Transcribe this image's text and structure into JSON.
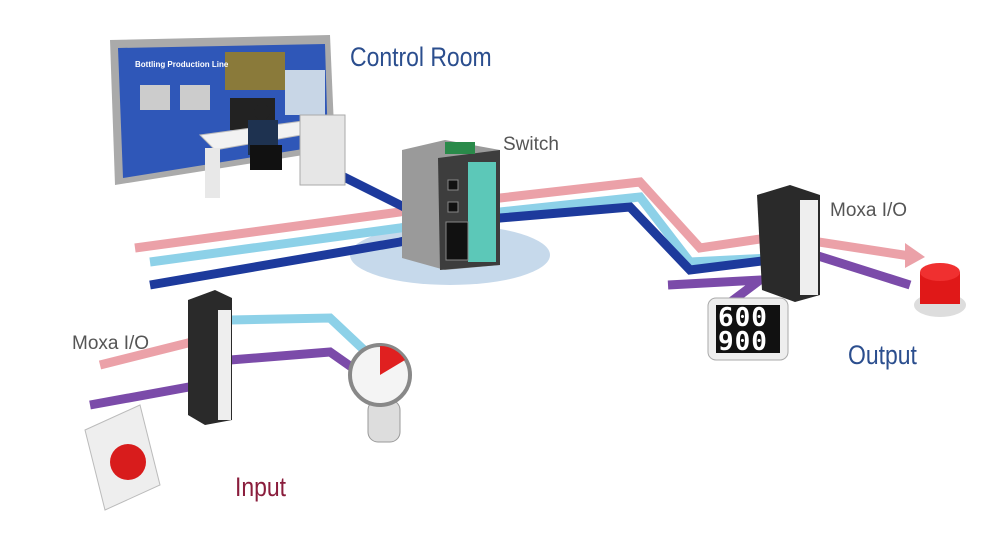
{
  "labels": {
    "control_room": "Control Room",
    "switch": "Switch",
    "moxa_io_left": "Moxa I/O",
    "moxa_io_right": "Moxa I/O",
    "input": "Input",
    "output": "Output"
  },
  "screen": {
    "title": "Bottling Production Line"
  },
  "display": {
    "line1": "600",
    "line2": "900"
  },
  "colors": {
    "cable_red": "#eba1a8",
    "cable_lightblue": "#8dd1e8",
    "cable_darkblue": "#1d3a9c",
    "cable_purple": "#7b4ba9",
    "title_blue": "#2b4e8e",
    "input_red": "#8a1d3c"
  }
}
